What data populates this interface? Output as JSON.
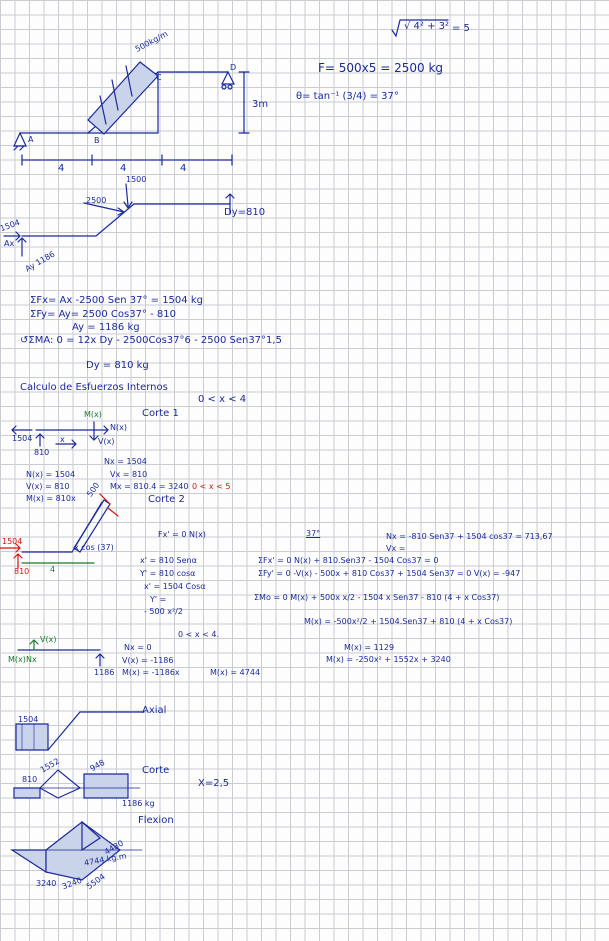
{
  "colors": {
    "ink": "#1b2a9c",
    "red": "#dd1111",
    "green": "#1a7a2a",
    "fill": "#c9d3ea"
  },
  "top": {
    "sqrt": "√ 4² + 3²",
    "sqrt_eq": "= 5",
    "load_label": "500kg/m",
    "pt_c": "C",
    "pt_d": "D",
    "pt_a": "A",
    "pt_b": "B",
    "height": "3m",
    "dim1": "4",
    "dim2": "4",
    "dim3": "4",
    "force_eq": "F= 500x5 = 2500 kg",
    "theta_eq": "θ= tan⁻¹ (3/4) = 37°"
  },
  "fbd": {
    "f1500": "1500",
    "f2500": "2500",
    "dy810": "Dy=810",
    "ax1504": "1504",
    "ax": "Ax",
    "ay1186": "Ay 1186"
  },
  "equations": {
    "eq1": "ΣFx= Ax -2500 Sen 37° = 1504 kg",
    "eq2": "ΣFy= Ay= 2500 Cos37° - 810",
    "eq3": "Ay = 1186 kg",
    "eq4": "↺ΣMA: 0 = 12x Dy - 2500Cos37°6 - 2500 Sen37°1,5",
    "eq5": "Dy = 810 kg",
    "heading": "Calculo de Esfuerzos Internos",
    "range1": "0 < x < 4",
    "corte1": "Corte 1"
  },
  "corte1": {
    "mx": "M(x)",
    "nx": "N(x)",
    "vx": "V(x)",
    "x": "x",
    "f1504": "1504",
    "f810": "810",
    "n": "N(x) = 1504",
    "v": "V(x) = 810",
    "m": "M(x) = 810x"
  },
  "corte2": {
    "nx": "Nx = 1504",
    "vx": "Vx = 810",
    "mx": "Mx = 810.4 = 3240",
    "range": "0 < x < 5",
    "label": "Corte 2",
    "f500": "500",
    "red1504": "1504",
    "red810": "810",
    "red4": "4",
    "xcos": "x cos (37)",
    "fx0": "Fx' = 0   N(x)",
    "l1": "x' = 810 Senα",
    "l2": "Y' = 810 cosα",
    "l3": "x' = 1504 Cosα",
    "l4": "Y' =",
    "l5": "- 500 x²/2",
    "range3": "0 < x < 4.",
    "icon37": "37°"
  },
  "right": {
    "r1": "Nx = -810 Sen37 + 1504 cos37 = 713,67",
    "r2": "Vx =",
    "r3": "ΣFx' = 0    N(x) + 810.Sen37 - 1504 Cos37 = 0",
    "r4": "ΣFy' = 0    -V(x) - 500x + 810 Cos37 + 1504 Sen37 = 0    V(x) = -947",
    "r5": "ΣMo = 0   M(x) + 500x x/2 - 1504 x Sen37 - 810 (4 + x Cos37)",
    "r6": "M(x) = -500x²/2 + 1504.Sen37 + 810 (4 + x Cos37)",
    "r7": "M(x) = 1129",
    "r8": "M(x) = -250x² + 1552x + 3240"
  },
  "corte3": {
    "vx": "V(x)",
    "mx": "M(x)",
    "nx": "Nx",
    "n": "Nx = 0",
    "v": "V(x) = -1186",
    "m": "M(x) = -1186x",
    "val": "1186",
    "m4744": "M(x) = 4744"
  },
  "diagrams": {
    "axial": "Axial",
    "a1504": "1504",
    "corte": "Corte",
    "x25": "X=2,5",
    "c1552": "1552",
    "c948": "948",
    "c810": "810",
    "c1186": "1186 kg",
    "flexion": "Flexion",
    "f4480": "4480",
    "f4744": "4744 kg.m",
    "f3240a": "3240",
    "f3240b": "3240",
    "f5504": "5504"
  }
}
